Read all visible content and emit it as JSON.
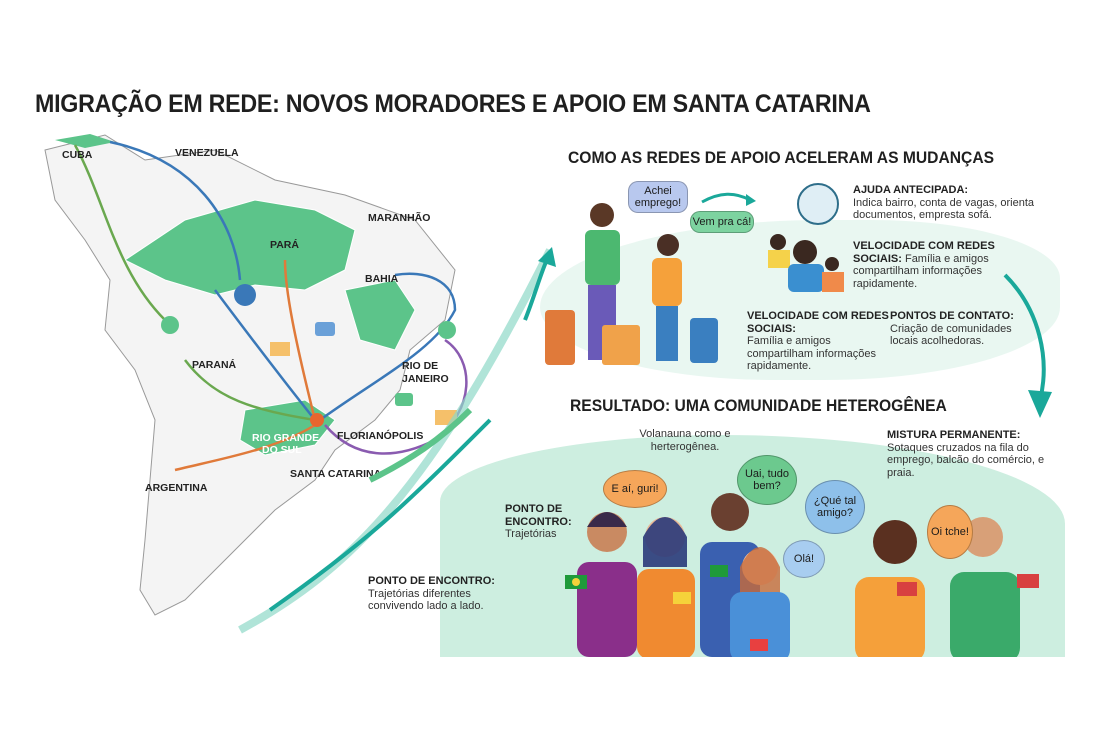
{
  "title": "MIGRAÇÃO EM REDE: NOVOS MORADORES E APOIO EM SANTA CATARINA",
  "map": {
    "labels": {
      "cuba": "CUBA",
      "venezuela": "VENEZUELA",
      "maranhao": "MARANHÃO",
      "para": "PARÁ",
      "bahia": "BAHIA",
      "parana": "PARANÁ",
      "rio_de_janeiro_1": "RIO DE",
      "rio_de_janeiro_2": "JANEIRO",
      "florianopolis": "FLORIANÓPOLIS",
      "rio_grande_do_sul_1": "RIO GRANDE",
      "rio_grande_do_sul_2": "DO SUL",
      "santa_catarina": "SANTA CATARINA",
      "argentina": "ARGENTINA"
    },
    "colors": {
      "region": "#5cc48a",
      "land": "#f2f2f2",
      "arrow_blue": "#3a78b8",
      "arrow_green": "#6aa84f",
      "arrow_orange": "#e07a3a",
      "arrow_purple": "#8a5bb0",
      "pin": "#e8662e"
    }
  },
  "support": {
    "heading": "COMO AS REDES DE APOIO ACELERAM AS MUDANÇAS",
    "bubbles": {
      "job": "Achei emprego!",
      "come": "Vem pra cá!"
    },
    "items": [
      {
        "title": "AJUDA ANTECIPADA:",
        "text": "Indica bairro, conta de vagas, orienta documentos, empresta sofá."
      },
      {
        "title": "VELOCIDADE COM REDES SOCIAIS:",
        "text": "Família e amigos compartilham informações rapidamente."
      },
      {
        "title": "VELOCIDADE COM REDES SOCIAIS:",
        "text": "Família e amigos compartilham informações rapidamente."
      },
      {
        "title": "PONTOS DE CONTATO:",
        "text": "Criação de comunidades locais acolhedoras."
      }
    ]
  },
  "result": {
    "heading": "RESULTADO: UMA COMUNIDADE HETEROGÊNEA",
    "caption": "Volanauna como e herterogênea.",
    "mix": {
      "title": "MISTURA PERMANENTE:",
      "text": "Sotaques cruzados na fila do emprego, balcão do comércio, e praia."
    },
    "meet_short": {
      "title": "PONTO DE ENCONTRO:",
      "text": "Trajetórias"
    },
    "meet_long": {
      "title": "PONTO DE ENCONTRO:",
      "text": "Trajetórias diferentes convivendo lado a lado."
    },
    "bubbles": {
      "guri": "E aí, guri!",
      "uai": "Uai, tudo bem?",
      "que_tal": "¿Qué tal amigo?",
      "ola": "Olá!",
      "tche": "Oi tche!"
    }
  },
  "accent": "#1aa89a"
}
